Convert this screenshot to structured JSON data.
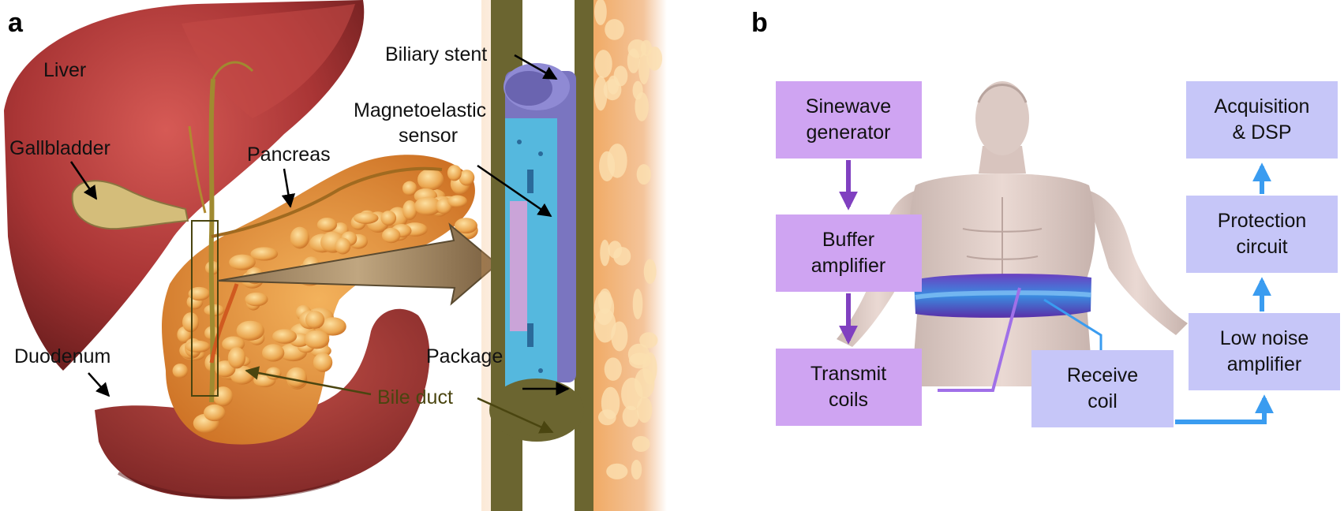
{
  "panels": {
    "a": "a",
    "b": "b"
  },
  "anatomy": {
    "liver": "Liver",
    "gallbladder": "Gallbladder",
    "pancreas": "Pancreas",
    "duodenum": "Duodenum",
    "bile_duct": "Bile duct",
    "biliary_stent": "Biliary stent",
    "sensor_line1": "Magnetoelastic",
    "sensor_line2": "sensor",
    "package": "Package"
  },
  "blocks": {
    "sine_l1": "Sinewave",
    "sine_l2": "generator",
    "buffer_l1": "Buffer",
    "buffer_l2": "amplifier",
    "transmit_l1": "Transmit",
    "transmit_l2": "coils",
    "receive_l1": "Receive",
    "receive_l2": "coil",
    "lna_l1": "Low noise",
    "lna_l2": "amplifier",
    "prot_l1": "Protection",
    "prot_l2": "circuit",
    "acq_l1": "Acquisition",
    "acq_l2": "& DSP"
  },
  "colors": {
    "transmit_box": "#cfa4f2",
    "receive_box": "#c6c6f8",
    "transmit_arrow": "#8040c0",
    "receive_arrow": "#3a9cf0",
    "liver": "#b33c3c",
    "pancreas": "#e8923a",
    "stent": "#7a75c0",
    "sensor": "#55b8de"
  }
}
